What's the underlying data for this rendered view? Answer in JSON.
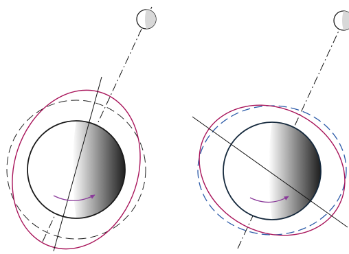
{
  "colors": {
    "background": "#ffffff",
    "body_outline": "#1a1a1a",
    "body_outline_right": "#14283c",
    "tidal_bulge": "#a8145a",
    "reference_circle_left": "#222222",
    "reference_circle_right": "#2b5aa8",
    "axis_line": "#111111",
    "rotation_arrow": "#8a3a9a",
    "shade_light": "#ffffff",
    "shade_dark": "#1e1e1e"
  },
  "panels": [
    {
      "id": "left",
      "elements": [
        "moon",
        "moon-axis",
        "tidal-bulge",
        "reference-circle",
        "earth",
        "rotation-arrow",
        "bulge-axis"
      ]
    },
    {
      "id": "right",
      "elements": [
        "moon",
        "moon-axis",
        "tidal-bulge",
        "reference-circle",
        "earth",
        "rotation-arrow",
        "bulge-axis"
      ]
    }
  ]
}
